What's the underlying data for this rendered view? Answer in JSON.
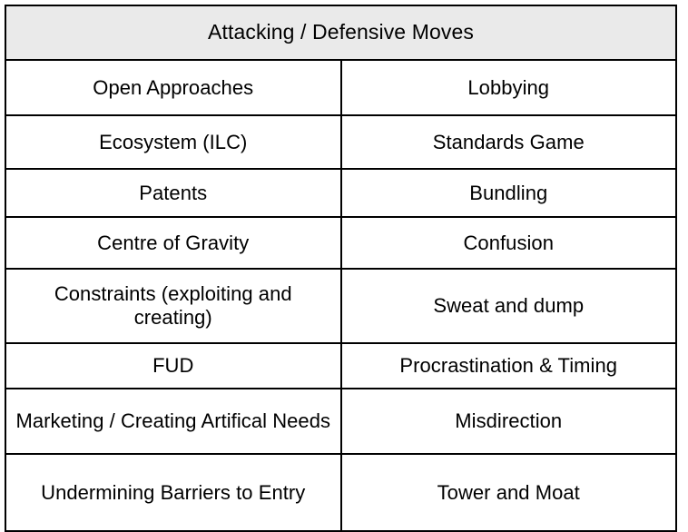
{
  "table": {
    "header": {
      "title": "Attacking / Defensive Moves",
      "background_color": "#eaeaea",
      "colspan": 2
    },
    "border_color": "#000000",
    "text_color": "#000000",
    "background_color": "#ffffff",
    "columns": 2,
    "row_count": 8,
    "rows": [
      {
        "left": "Open Approaches",
        "right": "Lobbying"
      },
      {
        "left": "Ecosystem (ILC)",
        "right": "Standards Game"
      },
      {
        "left": "Patents",
        "right": "Bundling"
      },
      {
        "left": "Centre of Gravity",
        "right": "Confusion"
      },
      {
        "left": "Constraints (exploiting and creating)",
        "right": "Sweat and dump"
      },
      {
        "left": "FUD",
        "right": "Procrastination & Timing"
      },
      {
        "left": "Marketing / Creating Artifical Needs",
        "right": "Misdirection"
      },
      {
        "left": "Undermining Barriers to Entry",
        "right": "Tower and Moat"
      }
    ]
  }
}
